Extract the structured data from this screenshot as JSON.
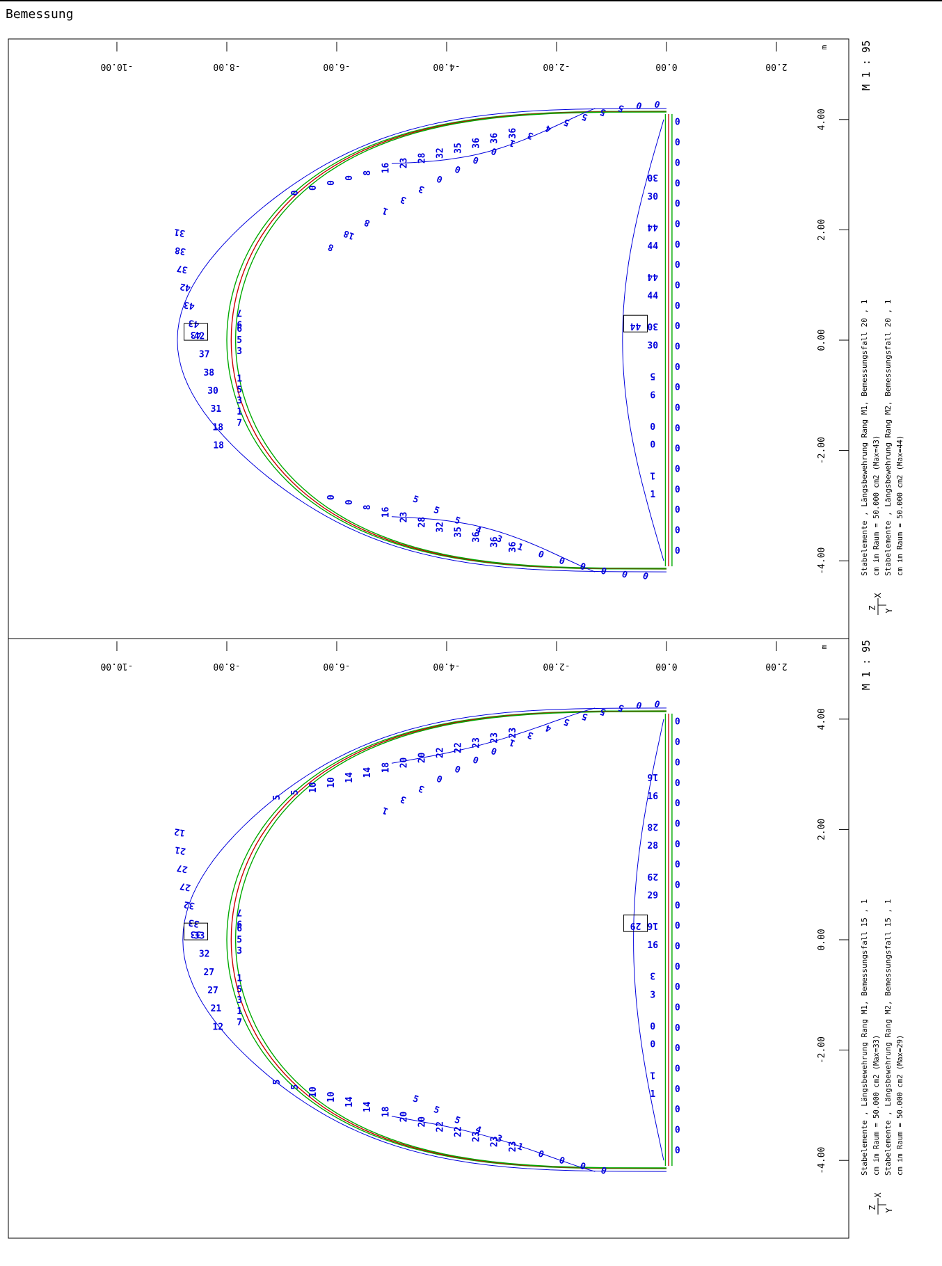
{
  "page": {
    "title": "Bemessung"
  },
  "unit_label": "m",
  "scale_label": "M 1 : 95",
  "axis_labels": {
    "z": "Z",
    "x": "X",
    "y": "Y"
  },
  "colors": {
    "results": "#0000dd",
    "structure": "#00aa00",
    "axis": "#cc0000",
    "frame": "#000000"
  },
  "panels": [
    {
      "id": "top",
      "legend": [
        "Stabelemente , Längsbewehrung Rang M1, Bemessungsfall 20    , 1",
        "cm im Raum =  50.000 cm2 (Max=43)",
        "Stabelemente , Längsbewehrung Rang M2, Bemessungsfall 20    , 1",
        "cm im Raum =  50.000 cm2 (Max=44)"
      ],
      "values": {
        "rim_top": [
          "0",
          "0",
          "5",
          "5",
          "5",
          "5",
          "4",
          "3",
          "1",
          "0",
          "0",
          "0",
          "0",
          "3",
          "3",
          "1",
          "8",
          "18",
          "8"
        ],
        "rim_top_in": [
          "36",
          "36",
          "36",
          "35",
          "32",
          "28",
          "23",
          "16",
          "8",
          "0",
          "0",
          "0",
          "0"
        ],
        "crown": [
          "31",
          "38",
          "37",
          "42",
          "43",
          "43",
          "42",
          "37",
          "38",
          "30",
          "31",
          "18",
          "18"
        ],
        "crown_in": [
          "7",
          "9",
          "6",
          "5",
          "3",
          "1",
          "5",
          "3",
          "1",
          "7"
        ],
        "floor": [
          "30",
          "30",
          "44",
          "44",
          "44",
          "44",
          "30",
          "30",
          "5",
          "6",
          "0",
          "0",
          "1",
          "1"
        ],
        "rim_bottom": [
          "5",
          "5",
          "5",
          "4",
          "3",
          "1",
          "0",
          "0",
          "0",
          "0",
          "0",
          "0"
        ],
        "rim_bottom_in": [
          "36",
          "36",
          "36",
          "35",
          "32",
          "28",
          "23",
          "16",
          "8",
          "0",
          "0"
        ]
      },
      "max_box": {
        "crown": "43",
        "floor": "44"
      }
    },
    {
      "id": "bottom",
      "legend": [
        "Stabelemente , Längsbewehrung Rang M1, Bemessungsfall 15    , 1",
        "cm im Raum =  50.000 cm2 (Max=33)",
        "Stabelemente , Längsbewehrung Rang M2, Bemessungsfall 15    , 1",
        "cm im Raum =  50.000 cm2 (Max=29)"
      ],
      "values": {
        "rim_top": [
          "0",
          "0",
          "5",
          "5",
          "5",
          "5",
          "4",
          "3",
          "1",
          "0",
          "0",
          "0",
          "0",
          "3",
          "3",
          "1"
        ],
        "rim_top_in": [
          "23",
          "23",
          "23",
          "22",
          "22",
          "20",
          "20",
          "18",
          "14",
          "14",
          "10",
          "10",
          "5",
          "5"
        ],
        "crown": [
          "12",
          "21",
          "27",
          "27",
          "32",
          "33",
          "33",
          "32",
          "27",
          "27",
          "21",
          "12"
        ],
        "crown_in": [
          "7",
          "9",
          "6",
          "5",
          "3",
          "1",
          "5",
          "3",
          "1",
          "7"
        ],
        "floor": [
          "16",
          "16",
          "28",
          "28",
          "29",
          "29",
          "16",
          "16",
          "3",
          "3",
          "0",
          "0",
          "1",
          "1"
        ],
        "rim_bottom": [
          "5",
          "5",
          "5",
          "4",
          "3",
          "1",
          "0",
          "0",
          "0",
          "0"
        ],
        "rim_bottom_in": [
          "23",
          "23",
          "23",
          "22",
          "22",
          "20",
          "20",
          "18",
          "14",
          "14",
          "10",
          "10",
          "5",
          "5"
        ]
      },
      "max_box": {
        "crown": "33",
        "floor": "29"
      }
    }
  ],
  "ticks": {
    "top_axis": [
      "-10.00",
      "-8.00",
      "-6.00",
      "-4.00",
      "-2.00",
      "0.00",
      "2.00"
    ],
    "right_axis": [
      "4.00",
      "2.00",
      "0.00",
      "-2.00",
      "-4.00"
    ]
  }
}
